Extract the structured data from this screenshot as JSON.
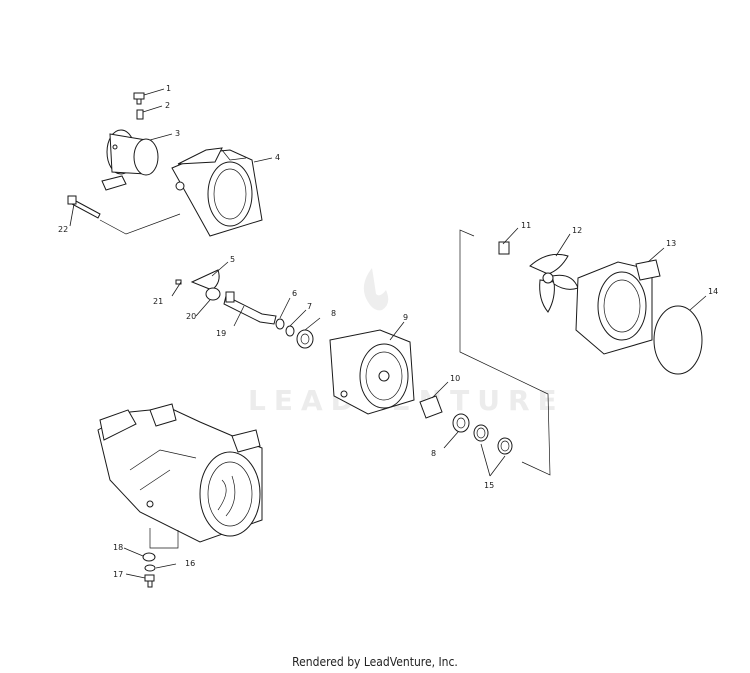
{
  "watermark": "LEADVENTURE",
  "footer": "Rendered by LeadVenture, Inc.",
  "callouts": [
    {
      "id": "c1",
      "label": "1"
    },
    {
      "id": "c2",
      "label": "2"
    },
    {
      "id": "c3",
      "label": "3"
    },
    {
      "id": "c4",
      "label": "4"
    },
    {
      "id": "c5",
      "label": "5"
    },
    {
      "id": "c6",
      "label": "6"
    },
    {
      "id": "c7",
      "label": "7"
    },
    {
      "id": "c8a",
      "label": "8"
    },
    {
      "id": "c8b",
      "label": "8"
    },
    {
      "id": "c9",
      "label": "9"
    },
    {
      "id": "c10",
      "label": "10"
    },
    {
      "id": "c11",
      "label": "11"
    },
    {
      "id": "c12",
      "label": "12"
    },
    {
      "id": "c13",
      "label": "13"
    },
    {
      "id": "c14",
      "label": "14"
    },
    {
      "id": "c15",
      "label": "15"
    },
    {
      "id": "c16",
      "label": "16"
    },
    {
      "id": "c17",
      "label": "17"
    },
    {
      "id": "c18",
      "label": "18"
    },
    {
      "id": "c19",
      "label": "19"
    },
    {
      "id": "c20",
      "label": "20"
    },
    {
      "id": "c21",
      "label": "21"
    },
    {
      "id": "c22",
      "label": "22"
    }
  ]
}
